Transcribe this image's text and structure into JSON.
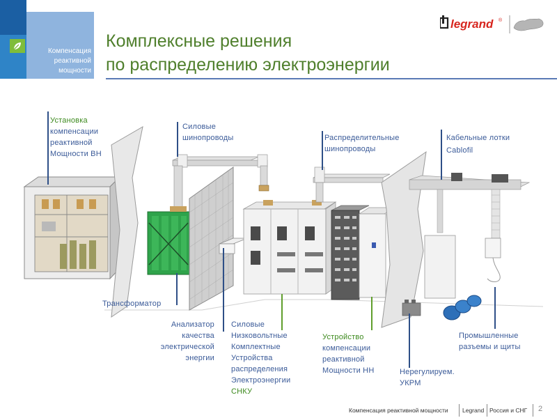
{
  "sidebar": {
    "section_label": "Компенсация реактивной мощности"
  },
  "header": {
    "title_line1": "Комплексные решения",
    "title_line2": "по распределению электроэнергии"
  },
  "logo": {
    "brand": "legrand",
    "mark": "®"
  },
  "labels": {
    "hv_comp_1": "Установка",
    "hv_comp_2": "компенсации",
    "hv_comp_3": "реактивной",
    "hv_comp_4": "Мощности ВН",
    "busbars_1": "Силовые",
    "busbars_2": "шинопроводы",
    "dist_busbars_1": "Распределительные",
    "dist_busbars_2": "шинопроводы",
    "cable_trays_1": "Кабельные лотки",
    "cable_trays_2": "Cablofil",
    "transformer": "Трансформатор",
    "analyzer_1": "Анализатор",
    "analyzer_2": "качества",
    "analyzer_3": "электрической",
    "analyzer_4": "энергии",
    "snku_1": "Силовые",
    "snku_2": "Низковольтные",
    "snku_3": "Комплектные",
    "snku_4": "Устройства",
    "snku_5": "распределения",
    "snku_6": "Электроэнергии",
    "snku_7": "СНКУ",
    "lv_comp_1": "Устройство",
    "lv_comp_2": "компенсации",
    "lv_comp_3": "реактивной",
    "lv_comp_4": "Мощности НН",
    "unreg_1": "Нерегулируем.",
    "unreg_2": "УКРМ",
    "industrial_1": "Промышленные",
    "industrial_2": "разъемы и щиты"
  },
  "footer": {
    "section": "Компенсация реактивной мощности",
    "brand": "Legrand",
    "region": "Россия и СНГ",
    "page": "2"
  },
  "colors": {
    "accent_green": "#4f7f2c",
    "label_green": "#3d8a1e",
    "label_blue": "#3a5a98",
    "leader_blue": "#2e4f87",
    "sidebar_blue": "#1b5fa3"
  }
}
